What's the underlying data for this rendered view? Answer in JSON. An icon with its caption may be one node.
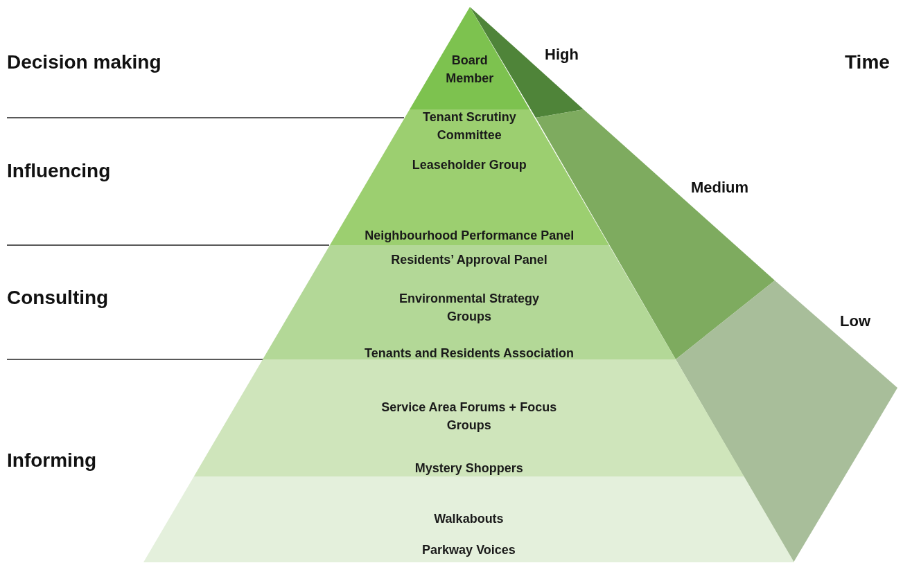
{
  "diagram": {
    "nodes": [
      {
        "text": [
          "Board Member"
        ]
      },
      {
        "text": [
          "Tenant Scrutiny Committee",
          "Leaseholder Group",
          "Neighbourhood Performance Panel"
        ]
      },
      {
        "text": [
          "Residents’ Approval Panel",
          "Environmental Strategy Groups",
          "Tenants and Residents Association"
        ]
      },
      {
        "text": [
          "Service Area Forums + Focus Groups",
          "Mystery Shoppers"
        ]
      },
      {
        "text": [
          "Walkabouts",
          "Parkway Voices"
        ]
      }
    ],
    "labels": [
      "Decision making",
      "High",
      "Time",
      "Influencing",
      "Medium",
      "Consulting",
      "Low",
      "Informing"
    ]
  }
}
